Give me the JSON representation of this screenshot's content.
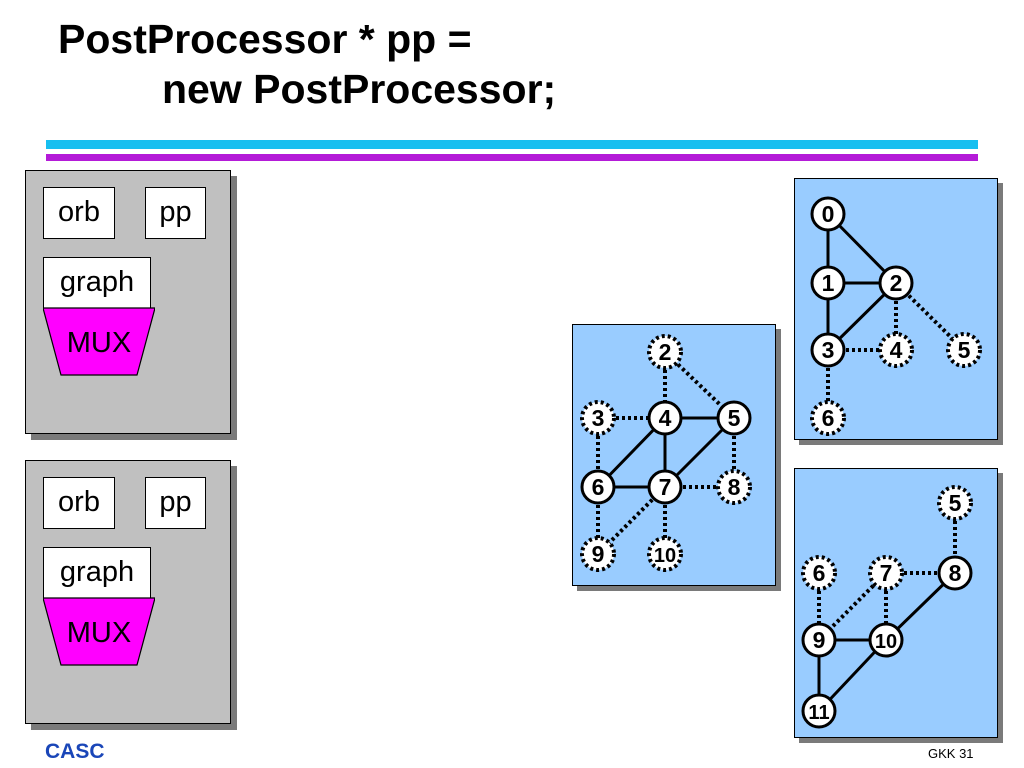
{
  "title": {
    "line1": "PostProcessor * pp =",
    "line2": "new PostProcessor;"
  },
  "processes": [
    {
      "orb": "orb",
      "pp": "pp",
      "graph": "graph",
      "mux": "MUX"
    },
    {
      "orb": "orb",
      "pp": "pp",
      "graph": "graph",
      "mux": "MUX"
    }
  ],
  "colors": {
    "graph_bg": "#99ccff",
    "mux": "#ff00ff",
    "panel": "#c0c0c0",
    "rule_cyan": "#17bff0",
    "rule_magenta": "#b41bd8",
    "footer_text": "#1a46b8"
  },
  "graphs": [
    {
      "name": "subgraph-left",
      "nodes": [
        {
          "id": "2",
          "style": "dashed"
        },
        {
          "id": "3",
          "style": "dashed"
        },
        {
          "id": "4",
          "style": "solid"
        },
        {
          "id": "5",
          "style": "solid"
        },
        {
          "id": "6",
          "style": "solid"
        },
        {
          "id": "7",
          "style": "solid"
        },
        {
          "id": "8",
          "style": "dashed"
        },
        {
          "id": "9",
          "style": "dashed"
        },
        {
          "id": "10",
          "style": "dashed"
        }
      ],
      "edges": [
        [
          "2",
          "4",
          "dotted"
        ],
        [
          "2",
          "5",
          "dotted"
        ],
        [
          "3",
          "4",
          "dotted"
        ],
        [
          "4",
          "5",
          "solid"
        ],
        [
          "4",
          "6",
          "solid"
        ],
        [
          "4",
          "7",
          "solid"
        ],
        [
          "5",
          "7",
          "solid"
        ],
        [
          "6",
          "7",
          "solid"
        ],
        [
          "7",
          "8",
          "dotted"
        ],
        [
          "5",
          "8",
          "dotted"
        ],
        [
          "3",
          "6",
          "dotted"
        ],
        [
          "6",
          "9",
          "dotted"
        ],
        [
          "7",
          "9",
          "dotted"
        ],
        [
          "7",
          "10",
          "dotted"
        ]
      ]
    },
    {
      "name": "subgraph-top-right",
      "nodes": [
        {
          "id": "0",
          "style": "solid"
        },
        {
          "id": "1",
          "style": "solid"
        },
        {
          "id": "2",
          "style": "solid"
        },
        {
          "id": "3",
          "style": "solid"
        },
        {
          "id": "4",
          "style": "dashed"
        },
        {
          "id": "5",
          "style": "dashed"
        },
        {
          "id": "6",
          "style": "dashed"
        }
      ],
      "edges": [
        [
          "0",
          "1",
          "solid"
        ],
        [
          "0",
          "2",
          "solid"
        ],
        [
          "1",
          "2",
          "solid"
        ],
        [
          "1",
          "3",
          "solid"
        ],
        [
          "2",
          "3",
          "solid"
        ],
        [
          "2",
          "4",
          "dotted"
        ],
        [
          "2",
          "5",
          "dotted"
        ],
        [
          "3",
          "4",
          "dotted"
        ],
        [
          "3",
          "6",
          "dotted"
        ]
      ]
    },
    {
      "name": "subgraph-bottom-right",
      "nodes": [
        {
          "id": "5",
          "style": "dashed"
        },
        {
          "id": "6",
          "style": "dashed"
        },
        {
          "id": "7",
          "style": "dashed"
        },
        {
          "id": "8",
          "style": "solid"
        },
        {
          "id": "9",
          "style": "solid"
        },
        {
          "id": "10",
          "style": "solid"
        },
        {
          "id": "11",
          "style": "solid"
        }
      ],
      "edges": [
        [
          "5",
          "8",
          "dotted"
        ],
        [
          "7",
          "8",
          "dotted"
        ],
        [
          "8",
          "10",
          "solid"
        ],
        [
          "9",
          "10",
          "solid"
        ],
        [
          "9",
          "11",
          "solid"
        ],
        [
          "10",
          "11",
          "solid"
        ],
        [
          "6",
          "9",
          "dotted"
        ],
        [
          "7",
          "9",
          "dotted"
        ],
        [
          "7",
          "10",
          "dotted"
        ]
      ]
    }
  ],
  "footer": {
    "left": "CASC",
    "right": "GKK 31"
  }
}
